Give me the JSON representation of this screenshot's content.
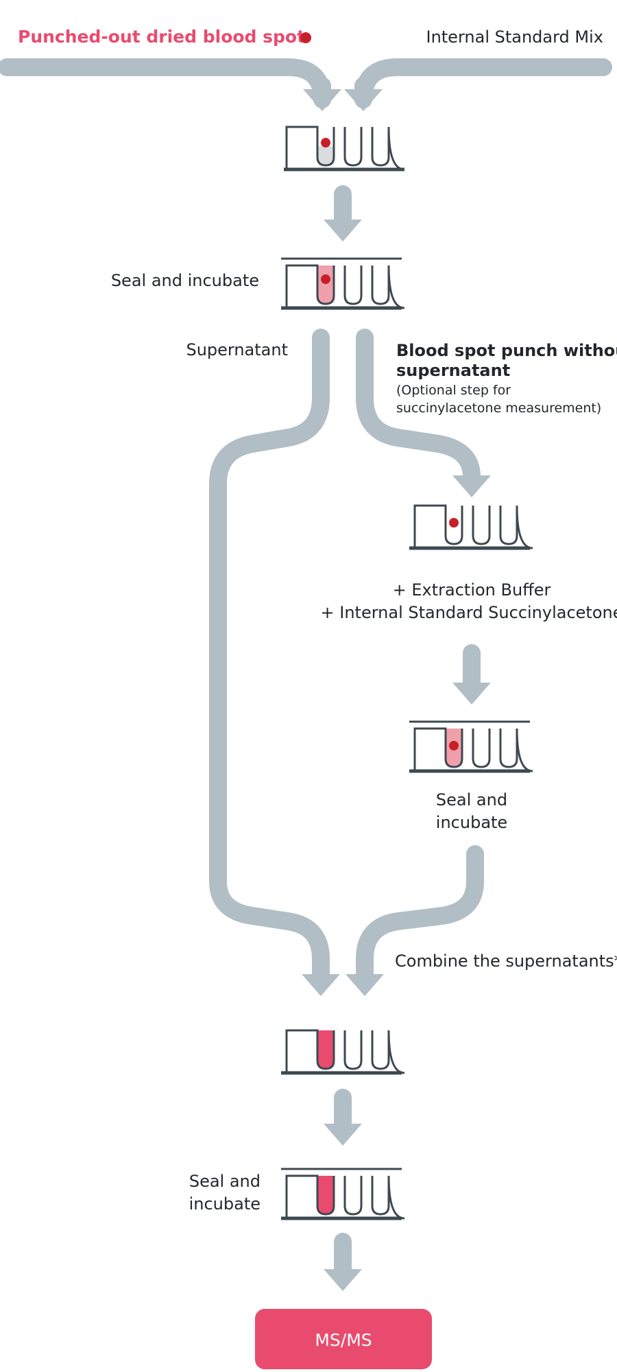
{
  "labels": {
    "dried_blood_spot": "Punched-out dried blood spot",
    "internal_standard_mix": "Internal Standard Mix",
    "seal_incubate_1": "Seal and incubate",
    "supernatant": "Supernatant",
    "punch_without_line1": "Blood spot punch without",
    "punch_without_line2": "supernatant",
    "optional_line1": "(Optional step for",
    "optional_line2": "succinylacetone measurement)",
    "extraction_buffer": "+ Extraction Buffer",
    "internal_standard_succ": "+ Internal Standard Succinylacetone",
    "seal_incubate_right_line1": "Seal and",
    "seal_incubate_right_line2": "incubate",
    "combine": "Combine the supernatants*",
    "seal_incubate_bottom_line1": "Seal and",
    "seal_incubate_bottom_line2": "incubate",
    "final_step": "MS/MS"
  },
  "colors": {
    "arrow": "#b2bec5",
    "plate": "#3d4950",
    "accent": "#e94b6e",
    "blood_dot": "#c8202a",
    "light_fill": "#f0a0ab",
    "gray_fill": "#d9dde0"
  }
}
